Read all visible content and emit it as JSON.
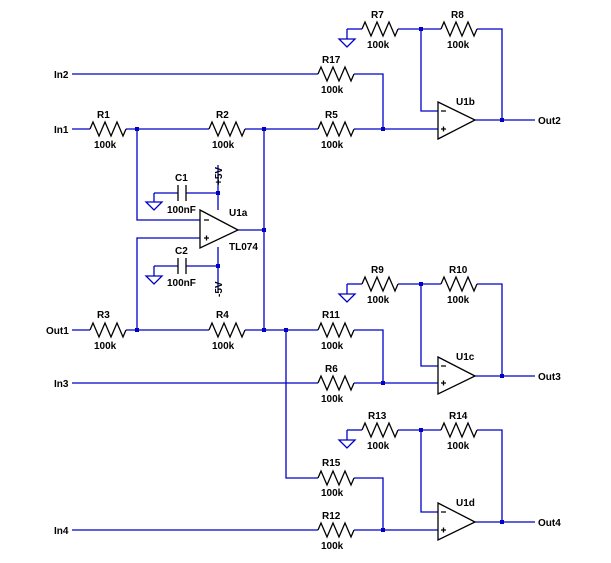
{
  "nets": {
    "in1": "In1",
    "in2": "In2",
    "in3": "In3",
    "in4": "In4",
    "out1": "Out1",
    "out2": "Out2",
    "out3": "Out3",
    "out4": "Out4",
    "vpos": "+5V",
    "vneg": "-5V"
  },
  "resistors": [
    {
      "id": "R1",
      "value": "100k"
    },
    {
      "id": "R2",
      "value": "100k"
    },
    {
      "id": "R3",
      "value": "100k"
    },
    {
      "id": "R4",
      "value": "100k"
    },
    {
      "id": "R5",
      "value": "100k"
    },
    {
      "id": "R6",
      "value": "100k"
    },
    {
      "id": "R7",
      "value": "100k"
    },
    {
      "id": "R8",
      "value": "100k"
    },
    {
      "id": "R9",
      "value": "100k"
    },
    {
      "id": "R10",
      "value": "100k"
    },
    {
      "id": "R11",
      "value": "100k"
    },
    {
      "id": "R12",
      "value": "100k"
    },
    {
      "id": "R13",
      "value": "100k"
    },
    {
      "id": "R14",
      "value": "100k"
    },
    {
      "id": "R15",
      "value": "100k"
    },
    {
      "id": "R17",
      "value": "100k"
    }
  ],
  "capacitors": [
    {
      "id": "C1",
      "value": "100nF"
    },
    {
      "id": "C2",
      "value": "100nF"
    }
  ],
  "opamps": [
    {
      "id": "U1a",
      "model": "TL074"
    },
    {
      "id": "U1b"
    },
    {
      "id": "U1c"
    },
    {
      "id": "U1d"
    }
  ]
}
